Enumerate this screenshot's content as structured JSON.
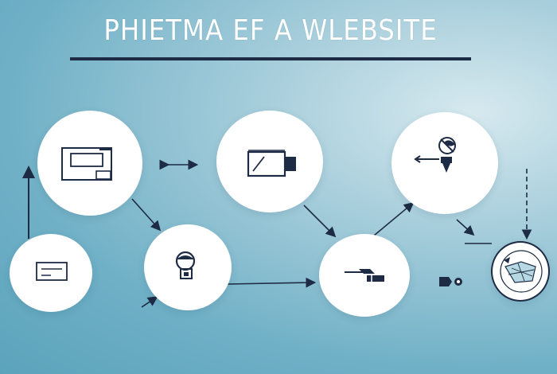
{
  "title": "PHIETMA EF A WLEBSITE",
  "colors": {
    "background": "#6fb0c6",
    "background_light": "#d6e9ef",
    "node_fill": "#ffffff",
    "ink": "#1e2b45",
    "rule": "#1e2b45"
  },
  "nodes": [
    {
      "id": "browser-window",
      "icon": "browser-window-icon"
    },
    {
      "id": "small-screen",
      "icon": "small-screen-icon"
    },
    {
      "id": "monitor",
      "icon": "monitor-icon"
    },
    {
      "id": "user-avatar",
      "icon": "user-avatar-icon"
    },
    {
      "id": "satellite-dish",
      "icon": "satellite-dish-icon"
    },
    {
      "id": "toolbar",
      "icon": "toolbar-icon"
    },
    {
      "id": "globe",
      "icon": "globe-icon"
    }
  ]
}
